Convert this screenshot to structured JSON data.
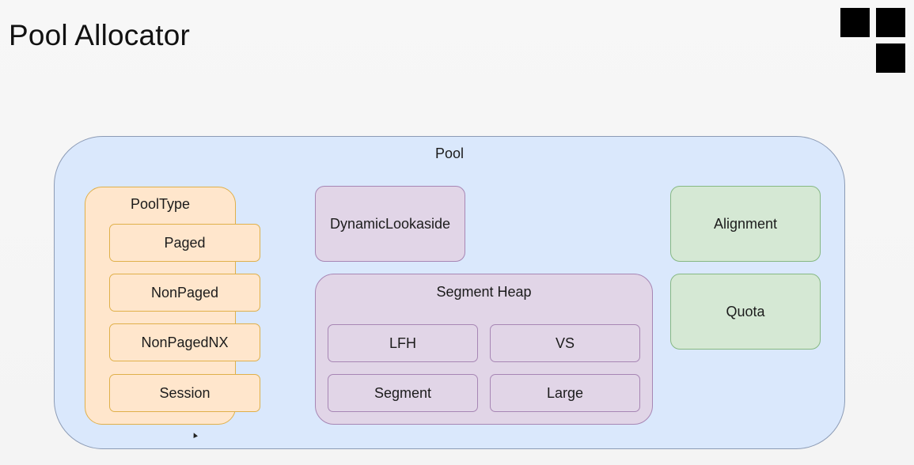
{
  "slide": {
    "title": "Pool Allocator"
  },
  "diagram": {
    "pool": {
      "label": "Pool",
      "pool_type": {
        "label": "PoolType",
        "items": [
          "Paged",
          "NonPaged",
          "NonPagedNX",
          "Session"
        ]
      },
      "dynamic_lookaside": {
        "label": "DynamicLookaside"
      },
      "segment_heap": {
        "label": "Segment Heap",
        "items": [
          "LFH",
          "VS",
          "Segment",
          "Large"
        ]
      },
      "alignment": {
        "label": "Alignment"
      },
      "quota": {
        "label": "Quota"
      }
    }
  },
  "colors": {
    "pool_fill": "#dae8fc",
    "pool_stroke": "#8c9bb5",
    "pooltype_fill": "#ffe6cc",
    "pooltype_stroke": "#e0b04a",
    "heap_fill": "#e1d5e7",
    "heap_stroke": "#a786b4",
    "misc_fill": "#d5e8d4",
    "misc_stroke": "#86b883",
    "logo": "#000000"
  },
  "icons": {
    "logo": "three-black-squares-logo"
  }
}
